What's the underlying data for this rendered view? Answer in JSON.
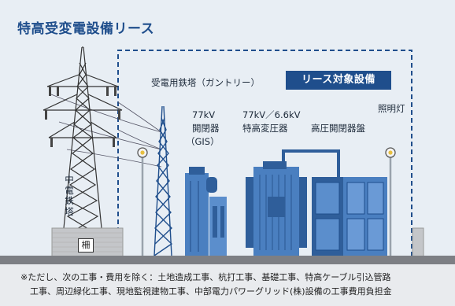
{
  "title": "特高受変電設備リース",
  "scope_badge": "リース対象設備",
  "labels": {
    "gantry": "受電用鉄塔（ガントリー）",
    "gis_line1": "77kV",
    "gis_line2": "開閉器",
    "gis_line3": "（GIS）",
    "transformer_line1": "77kV／6.6kV",
    "transformer_line2": "特高変圧器",
    "switchgear": "高圧開閉器盤",
    "lighting": "照明灯",
    "mast": "中電鉄塔",
    "fence": "柵"
  },
  "footer": {
    "line1": "※ただし、次の工事・費用を除く：土地造成工事、杭打工事、基礎工事、特高ケーブル引込管路",
    "line2": "工事、周辺緑化工事、現地監視建物工事、中部電力パワーグリッド(株)設備の工事費用負担金"
  },
  "colors": {
    "accent": "#1f4e8c",
    "sky": "#e8eef4",
    "ground": "#7d7f84",
    "equipment": "#4a7fc0",
    "equipment_dark": "#2f5e9a",
    "fence": "#c4c6c9"
  }
}
